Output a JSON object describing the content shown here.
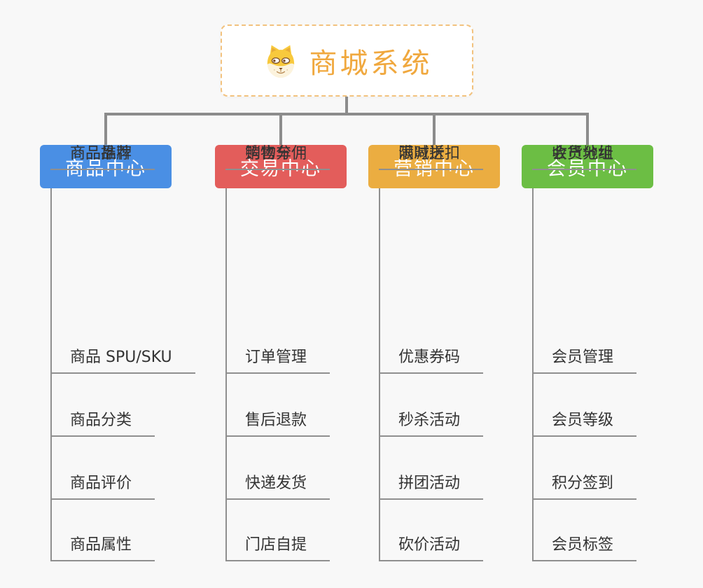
{
  "root": {
    "title": "商城系统",
    "icon": "shiba-dog-icon"
  },
  "branches": [
    {
      "label": "商品中心",
      "color": "#4A8FE4",
      "items": [
        "商品 SPU/SKU",
        "商品分类",
        "商品评价",
        "商品属性",
        "商品推荐",
        "商品品牌"
      ]
    },
    {
      "label": "交易中心",
      "color": "#E35D5B",
      "items": [
        "订单管理",
        "售后退款",
        "快递发货",
        "门店自提",
        "购物车",
        "销售分佣"
      ]
    },
    {
      "label": "营销中心",
      "color": "#EBAD41",
      "items": [
        "优惠券码",
        "秒杀活动",
        "拼团活动",
        "砍价活动",
        "限时折扣",
        "满减送"
      ]
    },
    {
      "label": "会员中心",
      "color": "#6CBE44",
      "items": [
        "会员管理",
        "会员等级",
        "积分签到",
        "会员标签",
        "会员分组",
        "收货地址"
      ]
    }
  ],
  "colors": {
    "background": "#F8F8F8",
    "root_border": "#F2C27E",
    "root_title": "#F0A83E",
    "connector_line": "#8C8C8C",
    "item_underline": "#8F8F8F",
    "item_text": "#333333"
  }
}
